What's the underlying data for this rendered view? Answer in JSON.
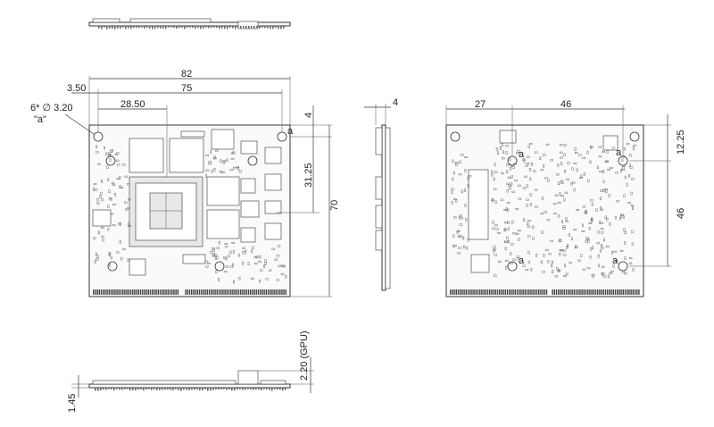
{
  "views": {
    "top_edge": {},
    "front": {
      "dim_width_total": "82",
      "dim_hole_spacing": "75",
      "dim_offset": "3.50",
      "dim_gpu_center": "28.50",
      "dim_hole_note": "6* ∅ 3.20",
      "dim_hole_ref": "\"a\"",
      "dim_top_margin": "4",
      "dim_mid": "31.25",
      "dim_height": "70",
      "hole_mark": "a"
    },
    "side": {
      "dim_thickness": "4"
    },
    "back": {
      "dim_left": "27",
      "dim_right": "46",
      "dim_top": "12.25",
      "dim_vertical": "46",
      "hole_marks": [
        "a",
        "a",
        "a",
        "a"
      ]
    },
    "bottom_edge": {
      "dim_gpu": "2.20 (GPU)",
      "dim_pcb": "1.45"
    }
  }
}
